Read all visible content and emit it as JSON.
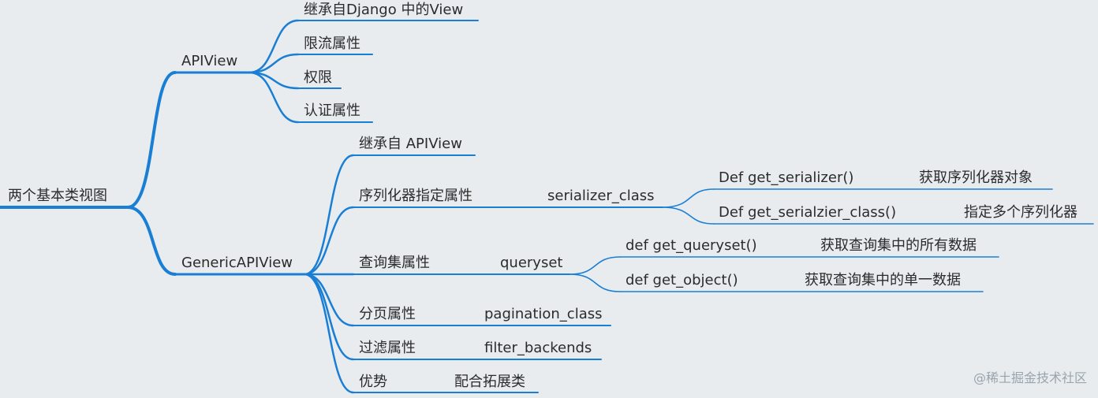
{
  "mindmap": {
    "root": "两个基本类视图",
    "apiview": {
      "label": "APIView",
      "children": [
        "继承自Django 中的View",
        "限流属性",
        "权限",
        "认证属性"
      ]
    },
    "generic": {
      "label": "GenericAPIView",
      "inherit": "继承自 APIView",
      "serializer": {
        "label": "序列化器指定属性",
        "attr": "serializer_class",
        "method1": "Def get_serializer()",
        "method1_desc": "获取序列化器对象",
        "method2": "Def get_serialzier_class()",
        "method2_desc": "指定多个序列化器"
      },
      "queryset": {
        "label": "查询集属性",
        "attr": "queryset",
        "method1": "def get_queryset()",
        "method1_desc": "获取查询集中的所有数据",
        "method2": "def get_object()",
        "method2_desc": "获取查询集中的单一数据"
      },
      "pagination": {
        "label": "分页属性",
        "attr": "pagination_class"
      },
      "filter": {
        "label": "过滤属性",
        "attr": "filter_backends"
      },
      "advantage": {
        "label": "优势",
        "value": "配合拓展类"
      }
    }
  },
  "watermark": "@稀土掘金技术社区",
  "colors": {
    "line": "#1a7fd4",
    "background": "#e8ecef",
    "text": "#2b2b2b"
  }
}
